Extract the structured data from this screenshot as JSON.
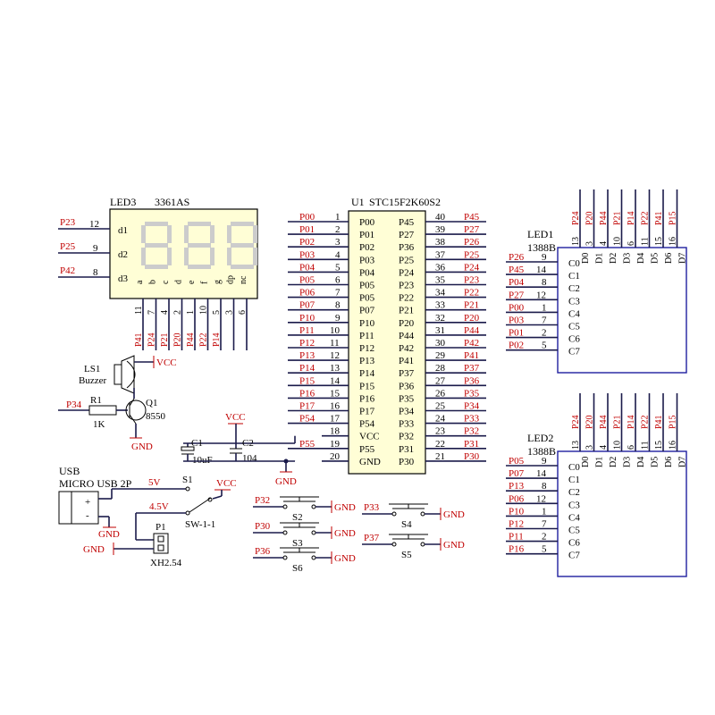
{
  "chip": {
    "ref": "U1",
    "part": "STC15F2K60S2",
    "left_pins": [
      {
        "net": "P00",
        "num": "1",
        "name": "P00"
      },
      {
        "net": "P01",
        "num": "2",
        "name": "P01"
      },
      {
        "net": "P02",
        "num": "3",
        "name": "P02"
      },
      {
        "net": "P03",
        "num": "4",
        "name": "P03"
      },
      {
        "net": "P04",
        "num": "5",
        "name": "P04"
      },
      {
        "net": "P05",
        "num": "6",
        "name": "P05"
      },
      {
        "net": "P06",
        "num": "7",
        "name": "P05"
      },
      {
        "net": "P07",
        "num": "8",
        "name": "P07"
      },
      {
        "net": "P10",
        "num": "9",
        "name": "P10"
      },
      {
        "net": "P11",
        "num": "10",
        "name": "P11"
      },
      {
        "net": "P12",
        "num": "11",
        "name": "P12"
      },
      {
        "net": "P13",
        "num": "12",
        "name": "P13"
      },
      {
        "net": "P14",
        "num": "13",
        "name": "P14"
      },
      {
        "net": "P15",
        "num": "14",
        "name": "P15"
      },
      {
        "net": "P16",
        "num": "15",
        "name": "P16"
      },
      {
        "net": "P17",
        "num": "16",
        "name": "P17"
      },
      {
        "net": "P54",
        "num": "17",
        "name": "P54"
      },
      {
        "net": "",
        "num": "18",
        "name": "VCC"
      },
      {
        "net": "P55",
        "num": "19",
        "name": "P55"
      },
      {
        "net": "",
        "num": "20",
        "name": "GND"
      }
    ],
    "right_pins": [
      {
        "net": "P45",
        "num": "40",
        "name": "P45"
      },
      {
        "net": "P27",
        "num": "39",
        "name": "P27"
      },
      {
        "net": "P26",
        "num": "38",
        "name": "P36"
      },
      {
        "net": "P25",
        "num": "37",
        "name": "P25"
      },
      {
        "net": "P24",
        "num": "36",
        "name": "P24"
      },
      {
        "net": "P23",
        "num": "35",
        "name": "P23"
      },
      {
        "net": "P22",
        "num": "34",
        "name": "P22"
      },
      {
        "net": "P21",
        "num": "33",
        "name": "P21"
      },
      {
        "net": "P20",
        "num": "32",
        "name": "P20"
      },
      {
        "net": "P44",
        "num": "31",
        "name": "P44"
      },
      {
        "net": "P42",
        "num": "30",
        "name": "P42"
      },
      {
        "net": "P41",
        "num": "29",
        "name": "P41"
      },
      {
        "net": "P37",
        "num": "28",
        "name": "P37"
      },
      {
        "net": "P36",
        "num": "27",
        "name": "P36"
      },
      {
        "net": "P35",
        "num": "26",
        "name": "P35"
      },
      {
        "net": "P34",
        "num": "25",
        "name": "P34"
      },
      {
        "net": "P33",
        "num": "24",
        "name": "P33"
      },
      {
        "net": "P32",
        "num": "23",
        "name": "P32"
      },
      {
        "net": "P31",
        "num": "22",
        "name": "P31"
      },
      {
        "net": "P30",
        "num": "21",
        "name": "P30"
      }
    ]
  },
  "led3": {
    "ref": "LED3",
    "part": "3361AS",
    "digit_pins": [
      {
        "net": "P23",
        "num": "12",
        "name": "d1"
      },
      {
        "net": "P25",
        "num": "9",
        "name": "d2"
      },
      {
        "net": "P42",
        "num": "8",
        "name": "d3"
      }
    ],
    "bottom_pins": [
      {
        "net": "P41",
        "num": "11",
        "name": "a"
      },
      {
        "net": "P24",
        "num": "7",
        "name": "b"
      },
      {
        "net": "P21",
        "num": "4",
        "name": "c"
      },
      {
        "net": "P20",
        "num": "2",
        "name": "d"
      },
      {
        "net": "P44",
        "num": "1",
        "name": "e"
      },
      {
        "net": "P22",
        "num": "10",
        "name": "f"
      },
      {
        "net": "P14",
        "num": "5",
        "name": "g"
      },
      {
        "net": "",
        "num": "3",
        "name": "dp"
      },
      {
        "net": "",
        "num": "6",
        "name": "nc"
      }
    ]
  },
  "matrix_top_pins": [
    {
      "net": "P24",
      "num": "13",
      "name": "D0"
    },
    {
      "net": "P20",
      "num": "3",
      "name": "D1"
    },
    {
      "net": "P44",
      "num": "4",
      "name": "D2"
    },
    {
      "net": "P21",
      "num": "10",
      "name": "D3"
    },
    {
      "net": "P14",
      "num": "6",
      "name": "D4"
    },
    {
      "net": "P22",
      "num": "11",
      "name": "D5"
    },
    {
      "net": "P41",
      "num": "15",
      "name": "D6"
    },
    {
      "net": "P15",
      "num": "16",
      "name": "D7"
    }
  ],
  "led1": {
    "ref": "LED1",
    "part": "1388B",
    "left_pins": [
      {
        "net": "P26",
        "num": "9",
        "name": "C0"
      },
      {
        "net": "P45",
        "num": "14",
        "name": "C1"
      },
      {
        "net": "P04",
        "num": "8",
        "name": "C2"
      },
      {
        "net": "P27",
        "num": "12",
        "name": "C3"
      },
      {
        "net": "P00",
        "num": "1",
        "name": "C4"
      },
      {
        "net": "P03",
        "num": "7",
        "name": "C5"
      },
      {
        "net": "P01",
        "num": "2",
        "name": "C6"
      },
      {
        "net": "P02",
        "num": "5",
        "name": "C7"
      }
    ]
  },
  "led2": {
    "ref": "LED2",
    "part": "1388B",
    "left_pins": [
      {
        "net": "P05",
        "num": "9",
        "name": "C0"
      },
      {
        "net": "P07",
        "num": "14",
        "name": "C1"
      },
      {
        "net": "P13",
        "num": "8",
        "name": "C2"
      },
      {
        "net": "P06",
        "num": "12",
        "name": "C3"
      },
      {
        "net": "P10",
        "num": "1",
        "name": "C4"
      },
      {
        "net": "P12",
        "num": "7",
        "name": "C5"
      },
      {
        "net": "P11",
        "num": "2",
        "name": "C6"
      },
      {
        "net": "P16",
        "num": "5",
        "name": "C7"
      }
    ]
  },
  "buzzer": {
    "ref": "LS1",
    "name": "Buzzer",
    "vcc": "VCC"
  },
  "resistor": {
    "ref": "R1",
    "value": "1K",
    "net": "P34"
  },
  "transistor": {
    "ref": "Q1",
    "part": "8550",
    "gnd": "GND"
  },
  "caps": {
    "vcc": "VCC",
    "c1_ref": "C1",
    "c1_value": "10uF",
    "c2_ref": "C2",
    "c2_value": "104",
    "gnd": "GND"
  },
  "usb": {
    "label1": "USB",
    "label2": "MICRO USB 2P",
    "v5": "5V",
    "s1": "S1",
    "vcc": "VCC",
    "v45": "4.5V",
    "sw": "SW-1-1",
    "p1": "P1",
    "conn": "XH2.54",
    "gnd1": "GND",
    "gnd2": "GND",
    "plus": "+",
    "minus": "-"
  },
  "buttons": [
    {
      "net": "P32",
      "ref": "S2",
      "gnd": "GND"
    },
    {
      "net": "P30",
      "ref": "S3",
      "gnd": "GND"
    },
    {
      "net": "P36",
      "ref": "S6",
      "gnd": "GND"
    },
    {
      "net": "P33",
      "ref": "S4",
      "gnd": "GND"
    },
    {
      "net": "P37",
      "ref": "S5",
      "gnd": "GND"
    }
  ],
  "colors": {
    "net_label": "#c00000",
    "wire": "#1a1a4a",
    "chip_fill": "#fffed6",
    "box_outline": "#2020a0"
  }
}
